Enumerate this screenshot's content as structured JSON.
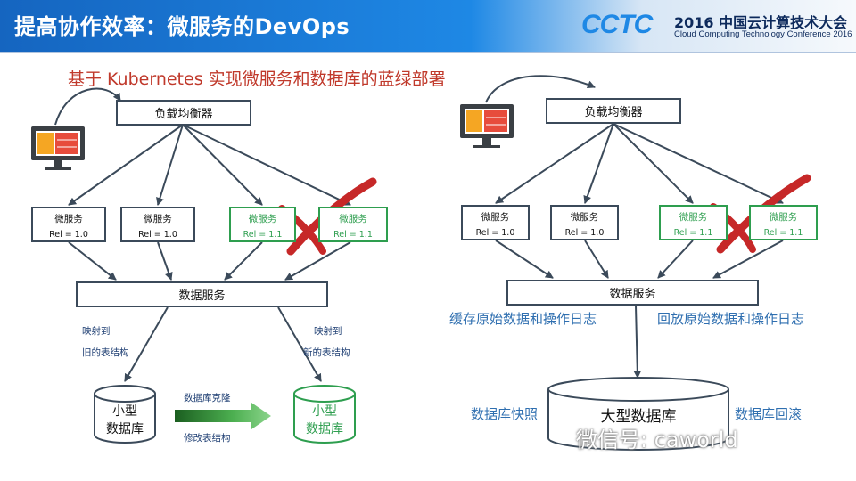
{
  "header": {
    "title": "提高协作效率：微服务的DevOps",
    "logo": "CCTC",
    "conf_title": "2016 中国云计算技术大会",
    "conf_subtitle": "Cloud Computing Technology Conference 2016"
  },
  "subtitle": "基于 Kubernetes 实现微服务和数据库的蓝绿部署",
  "left": {
    "load_balancer": "负载均衡器",
    "microservices": [
      {
        "name": "微服务",
        "rel": "Rel = 1.0"
      },
      {
        "name": "微服务",
        "rel": "Rel = 1.0"
      },
      {
        "name": "微服务",
        "rel": "Rel = 1.1"
      },
      {
        "name": "微服务",
        "rel": "Rel = 1.1"
      }
    ],
    "data_service": "数据服务",
    "map_old_1": "映射到",
    "map_old_2": "旧的表结构",
    "map_new_1": "映射到",
    "map_new_2": "新的表结构",
    "db_small_a_1": "小型",
    "db_small_a_2": "数据库",
    "clone_label": "数据库克隆",
    "alter_label": "修改表结构",
    "db_small_b_1": "小型",
    "db_small_b_2": "数据库"
  },
  "right": {
    "load_balancer": "负载均衡器",
    "microservices": [
      {
        "name": "微服务",
        "rel": "Rel = 1.0"
      },
      {
        "name": "微服务",
        "rel": "Rel = 1.0"
      },
      {
        "name": "微服务",
        "rel": "Rel = 1.1"
      },
      {
        "name": "微服务",
        "rel": "Rel = 1.1"
      }
    ],
    "data_service": "数据服务",
    "cache_label": "缓存原始数据和操作日志",
    "replay_label": "回放原始数据和操作日志",
    "snapshot_label": "数据库快照",
    "rollback_label": "数据库回滚",
    "db_large": "大型数据库"
  },
  "watermark": "微信号: caworld",
  "colors": {
    "accent_blue": "#1e88e5",
    "green": "#2e9e4f",
    "red_cross": "#c62828",
    "subtitle_red": "#c0392b"
  }
}
